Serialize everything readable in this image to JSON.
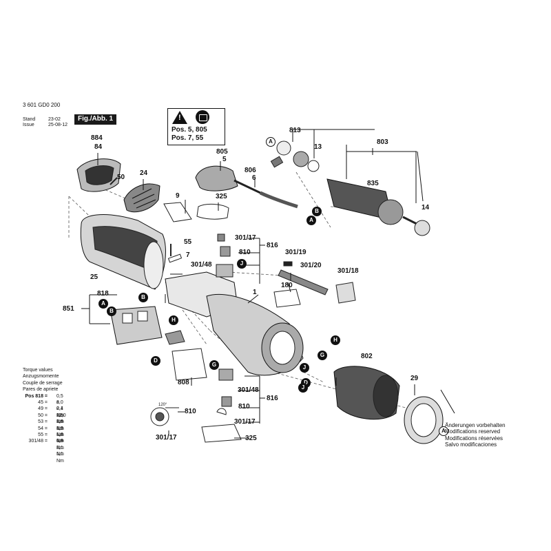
{
  "header": {
    "part_code": "3 601 GD0 200",
    "stand_label": "Stand",
    "issue_label": "Issue",
    "stand_value": "23-02",
    "issue_value": "25-08-12",
    "figure_label": "Fig./Abb. 1"
  },
  "warning": {
    "line1": "Pos. 5, 805",
    "line2": "Pos. 7, 55",
    "icons": [
      "warning-triangle-icon",
      "read-manual-icon"
    ]
  },
  "part_labels": [
    "884",
    "84",
    "24",
    "50",
    "9",
    "325",
    "805",
    "5",
    "806",
    "6",
    "813",
    "13",
    "803",
    "835",
    "14",
    "55",
    "7",
    "25",
    "301/17",
    "816",
    "810",
    "301/48",
    "301/19",
    "301/20",
    "301/18",
    "180",
    "1",
    "818",
    "851",
    "802",
    "29",
    "808",
    "301/48",
    "816",
    "810",
    "301/17",
    "325",
    "810",
    "301/17",
    "120°"
  ],
  "callouts": [
    "A",
    "B",
    "A",
    "B",
    "J",
    "A",
    "B",
    "H",
    "D",
    "H",
    "G",
    "J",
    "D",
    "G",
    "J",
    "A"
  ],
  "torque": {
    "title_lines": [
      "Torque values",
      "Anzugsmomente",
      "Couple de serrage",
      "Pares de apriete"
    ],
    "rows": [
      {
        "pos": "Pos 818 =",
        "value": "0,5 ± 0,1 Nm"
      },
      {
        "pos": "45 =",
        "value": "8,0 - 12,0 Nm"
      },
      {
        "pos": "49 =",
        "value": "2,4 - 2,8 Nm"
      },
      {
        "pos": "50 =",
        "value": "2,5 - 3,2 Nm"
      },
      {
        "pos": "53 =",
        "value": "1,5 - 1,8 Nm"
      },
      {
        "pos": "54 =",
        "value": "1,5 - 1,8 Nm"
      },
      {
        "pos": "55 =",
        "value": "1,8 - 2,1 Nm"
      },
      {
        "pos": "301/48 =",
        "value": "0,9 - 1,1 Nm"
      }
    ]
  },
  "modifications": [
    "Änderungen vorbehalten",
    "Modifications reserved",
    "Modifications réservées",
    "Salvo modificaciones"
  ]
}
